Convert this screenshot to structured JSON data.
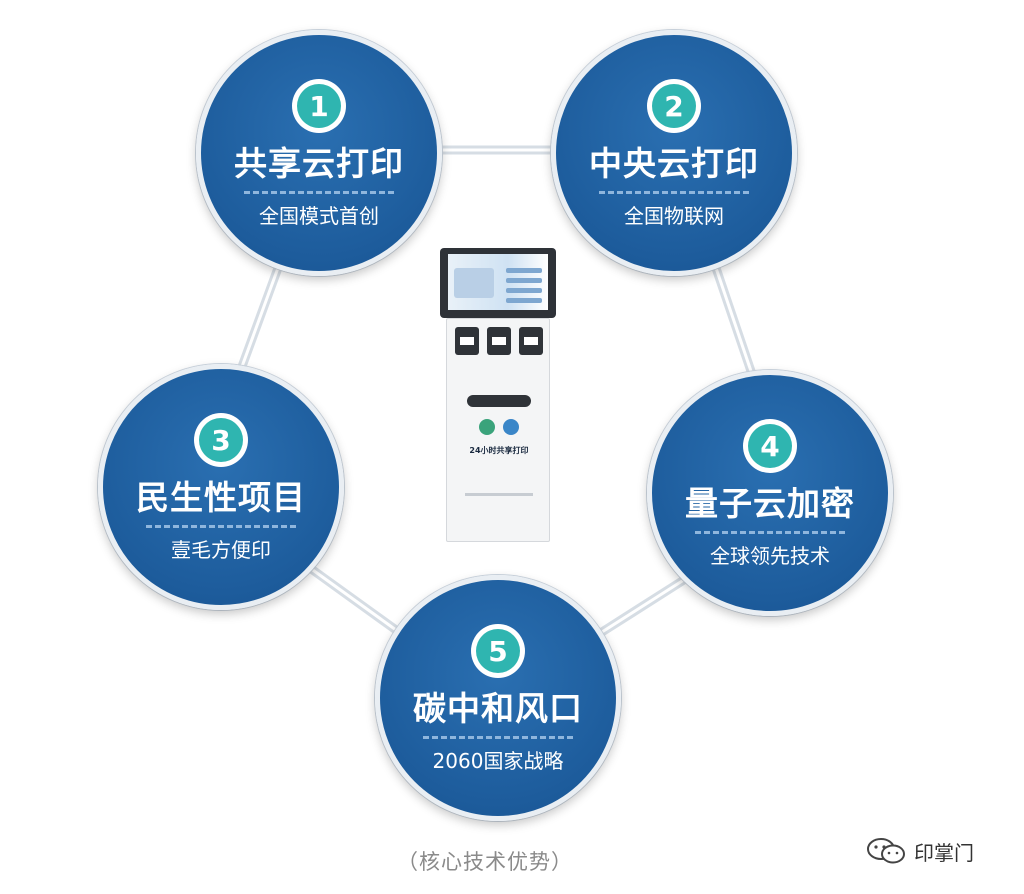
{
  "nodes": [
    {
      "number": "1",
      "title": "共享云打印",
      "subtitle": "全国模式首创"
    },
    {
      "number": "2",
      "title": "中央云打印",
      "subtitle": "全国物联网"
    },
    {
      "number": "3",
      "title": "民生性项目",
      "subtitle": "壹毛方便印"
    },
    {
      "number": "4",
      "title": "量子云加密",
      "subtitle": "全球领先技术"
    },
    {
      "number": "5",
      "title": "碳中和风口",
      "subtitle": "2060国家战略"
    }
  ],
  "kiosk": {
    "label": "24小时共享打印"
  },
  "caption": "（核心技术优势）",
  "brand": {
    "name": "印掌门",
    "icon": "wechat-icon"
  },
  "colors": {
    "circle": "#1d5c9c",
    "badge": "#2fb5b0",
    "connector": "#d6dde4",
    "caption": "#8a8a8a"
  }
}
